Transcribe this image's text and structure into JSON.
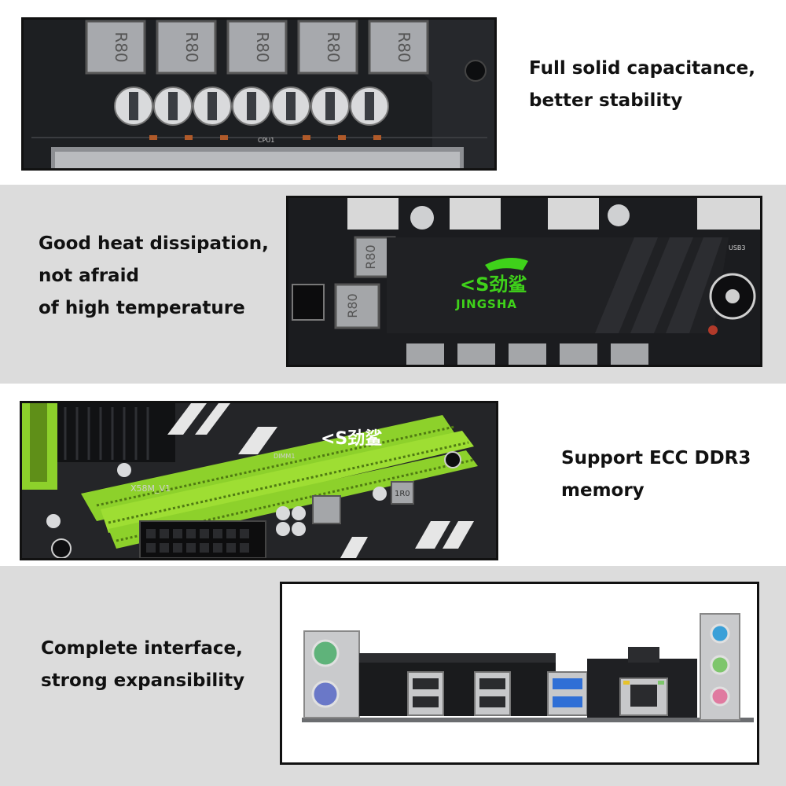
{
  "sections": [
    {
      "caption_lines": [
        "Full solid capacitance,",
        "better stability"
      ],
      "labels": {
        "inductor": "R80",
        "silk": "CPU1"
      }
    },
    {
      "caption_lines": [
        "Good heat dissipation,",
        "not afraid",
        "of high temperature"
      ],
      "labels": {
        "heatsink_brand": "JINGSHA",
        "heatsink_logo": "<S劲鲨",
        "inductor": "R80",
        "silk": "USB3"
      }
    },
    {
      "caption_lines": [
        "Support ECC DDR3",
        "memory"
      ],
      "labels": {
        "board_model": "X58M_V1",
        "slot": "DIMM1",
        "inductor": "1R0",
        "logo": "<S劲鲨"
      }
    },
    {
      "caption_lines": [
        "Complete interface,",
        "strong expansibility"
      ],
      "labels": {}
    }
  ],
  "colors": {
    "band_gray": "#dcdcdc",
    "board_black": "#1d1f22",
    "accent_green": "#8dd12b",
    "logo_green": "#3fd21a",
    "usb3_blue": "#2f6fd6",
    "ps2_green": "#5fb37a",
    "ps2_purple": "#6a78c8",
    "audio_blue": "#3aa0d8",
    "audio_green": "#7ec66c",
    "audio_pink": "#e07aa0"
  }
}
